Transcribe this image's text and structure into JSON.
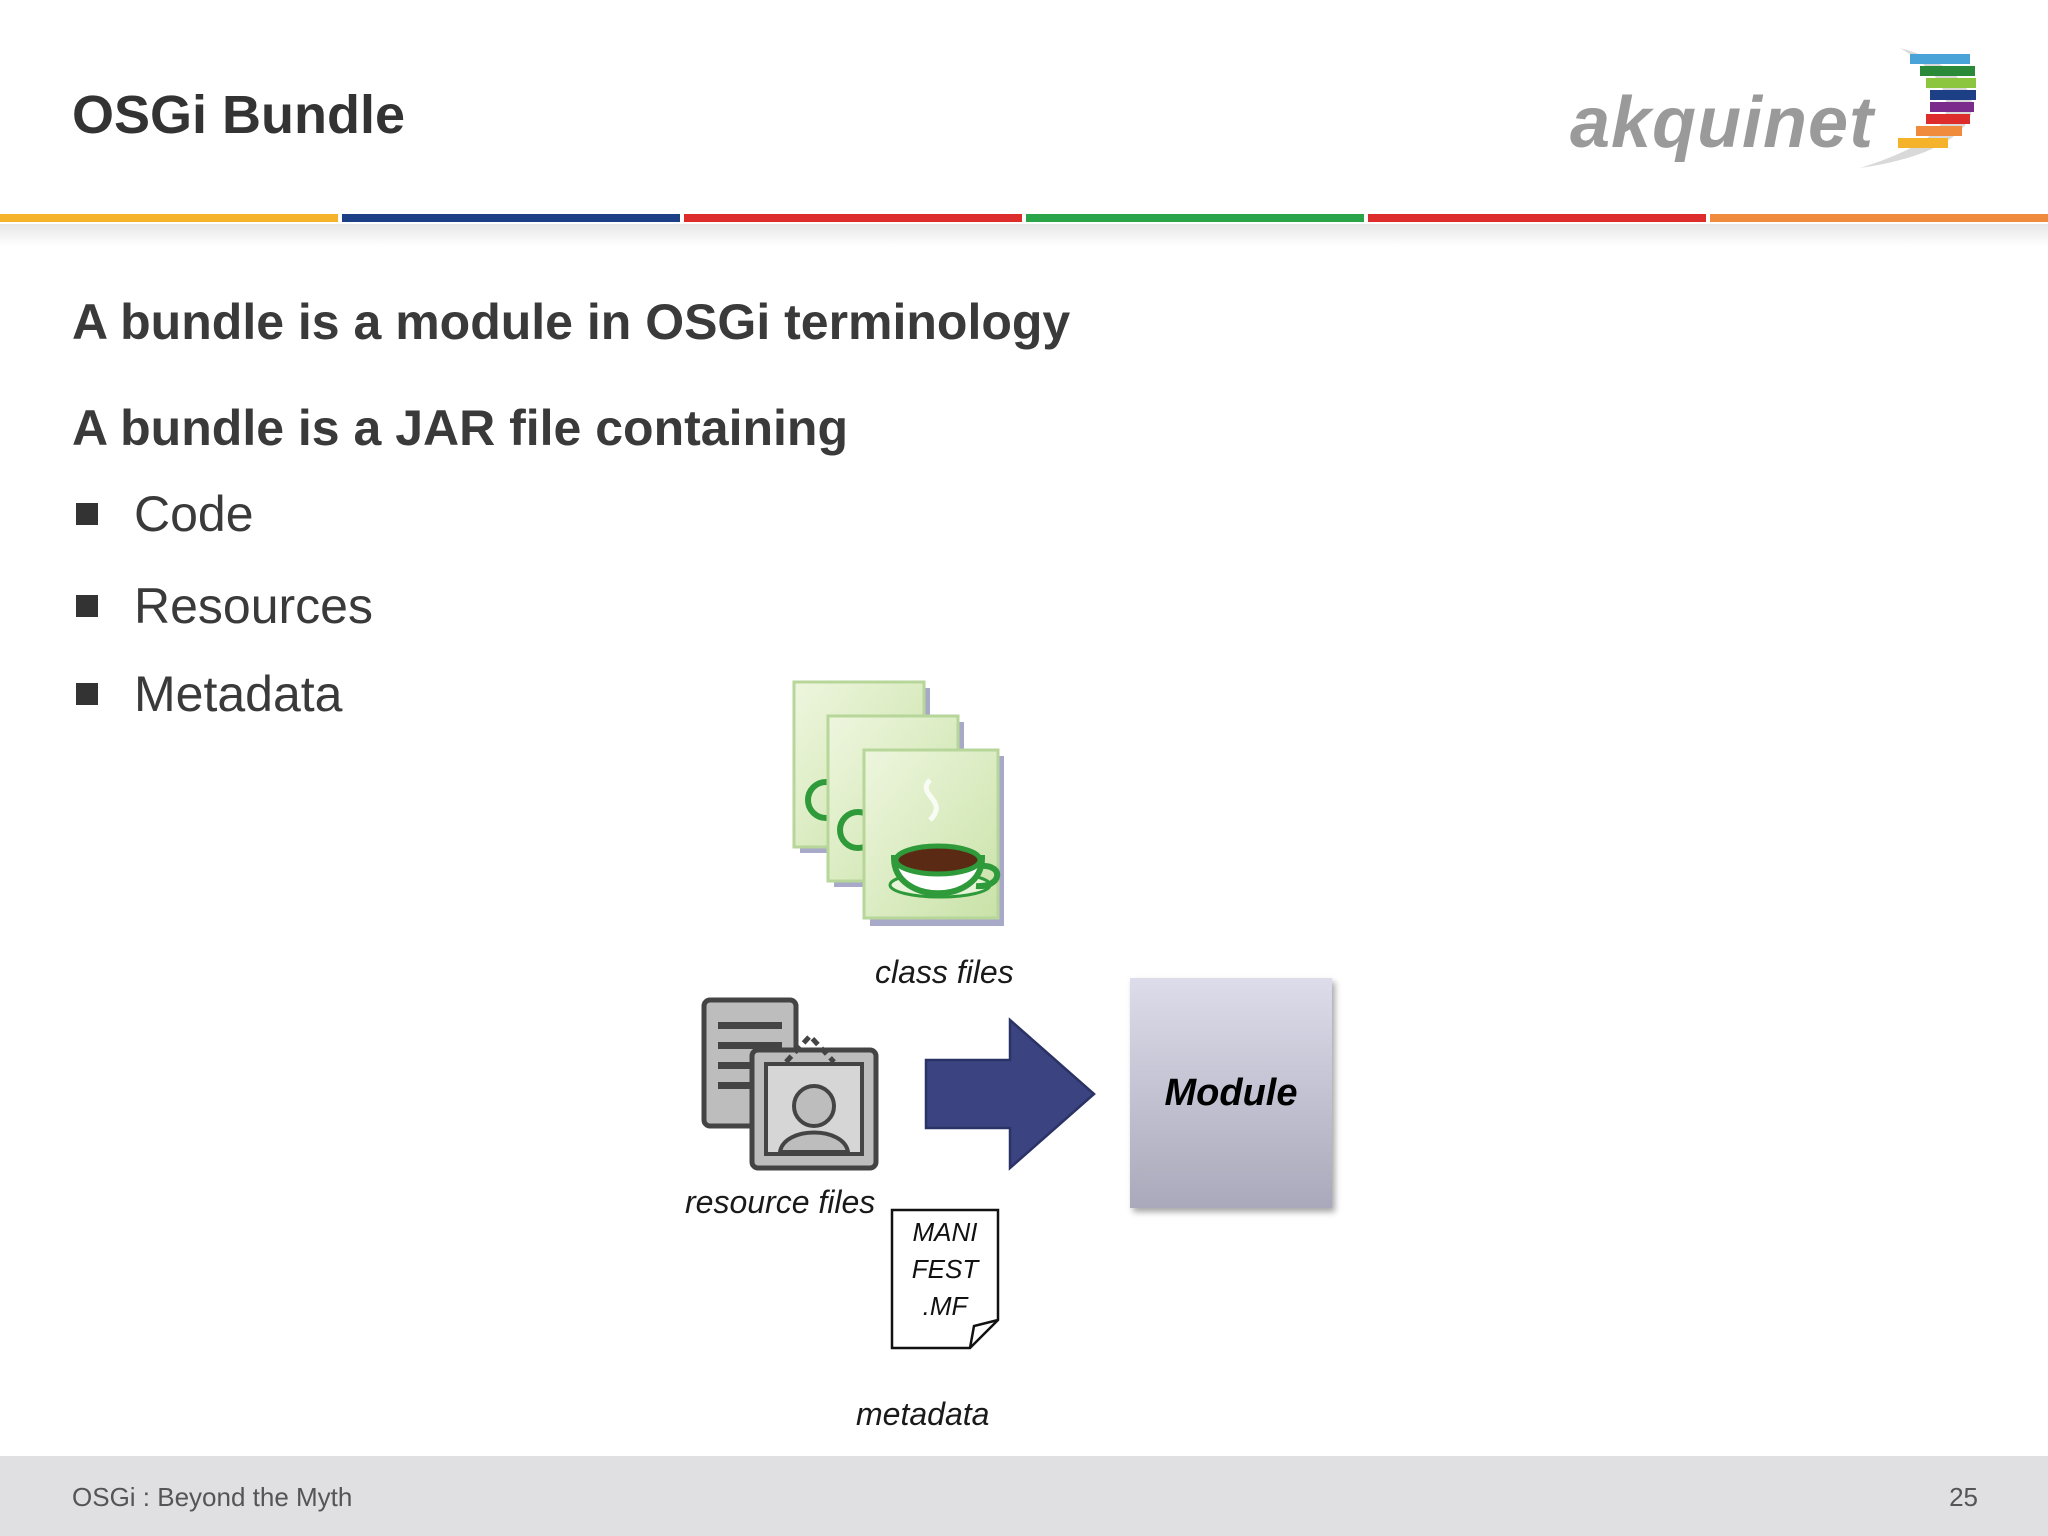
{
  "header": {
    "title": "OSGi Bundle",
    "logo_text": "akquinet"
  },
  "stripe_colors": [
    "#f4b32a",
    "#1c3f86",
    "#dd2c2c",
    "#2aa448",
    "#dd2c2c",
    "#f08a3c"
  ],
  "content": {
    "headings": [
      "A bundle is a module in OSGi terminology",
      "A bundle is a JAR file containing"
    ],
    "bullets": [
      "Code",
      "Resources",
      "Metadata"
    ]
  },
  "diagram": {
    "class_files_label": "class files",
    "resource_files_label": "resource files",
    "manifest_lines": [
      "MANI",
      "FEST",
      ".MF"
    ],
    "metadata_label": "metadata",
    "module_label": "Module",
    "arrow_color": "#3b4480"
  },
  "footer": {
    "left": "OSGi : Beyond the Myth",
    "page_number": "25"
  }
}
